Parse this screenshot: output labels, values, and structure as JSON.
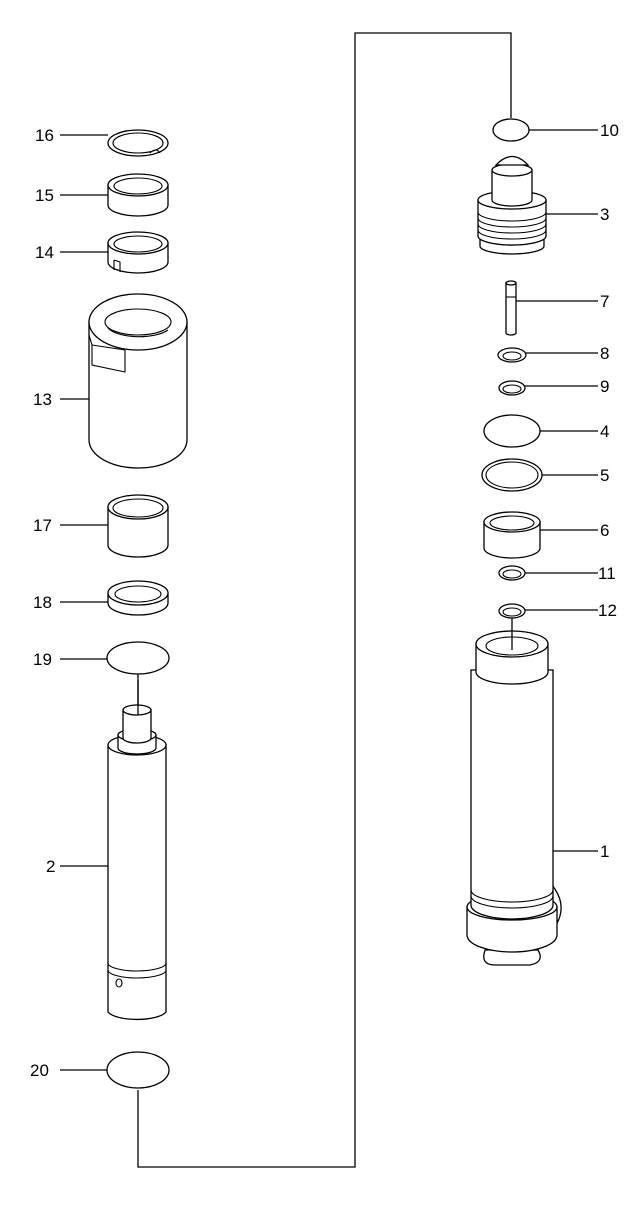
{
  "diagram": {
    "type": "exploded-parts-view",
    "callouts": [
      "1",
      "2",
      "3",
      "4",
      "5",
      "6",
      "7",
      "8",
      "9",
      "10",
      "11",
      "12",
      "13",
      "14",
      "15",
      "16",
      "17",
      "18",
      "19",
      "20"
    ]
  }
}
